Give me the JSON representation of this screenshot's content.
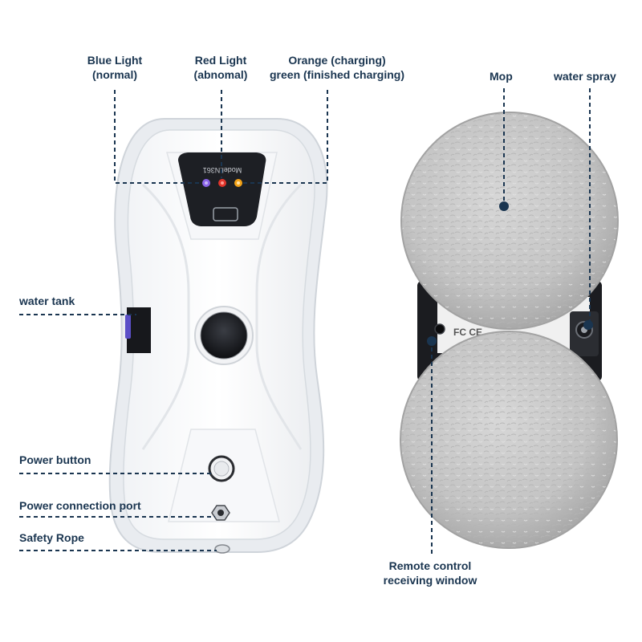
{
  "labels": {
    "blue_light": [
      "Blue Light",
      "(normal)"
    ],
    "red_light": [
      "Red Light",
      "(abnomal)"
    ],
    "orange_light": [
      "Orange (charging)",
      "green (finished charging)"
    ],
    "mop": "Mop",
    "water_spray": "water spray",
    "water_tank": "water tank",
    "power_button": "Power button",
    "power_port": "Power connection port",
    "safety_rope": "Safety Rope",
    "remote_window": [
      "Remote control",
      "receiving window"
    ]
  },
  "device": {
    "model_text": "Model:N361"
  },
  "colors": {
    "label_text": "#1a3550",
    "leader_line": "#1a3550",
    "blue_led": "#8a63e8",
    "red_led": "#e0342b",
    "orange_led": "#f2a218",
    "panel": "#1d1f24",
    "mop_fabric": "#c9c9c9"
  }
}
